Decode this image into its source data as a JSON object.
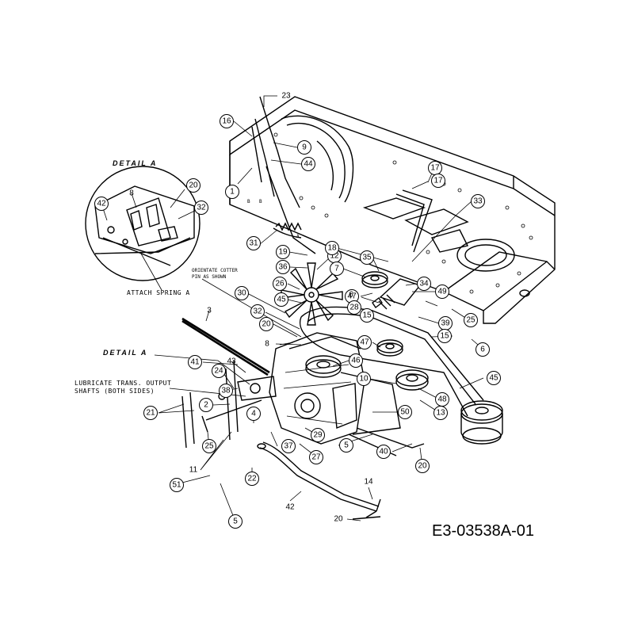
{
  "drawing_code": "E3-03538A-01",
  "detail_titles": {
    "inset": "DETAIL A",
    "main": "DETAIL A"
  },
  "notes": {
    "attach_spring": "ATTACH SPRING A",
    "orientate_line1": "ORIENTATE COTTER",
    "orientate_line2": "PIN AS SHOWN",
    "lubricate_line1": "LUBRICATE TRANS. OUTPUT",
    "lubricate_line2": "SHAFTS (BOTH SIDES)"
  },
  "letter_marks": {
    "mark_b1": "B",
    "mark_b2": "B",
    "mark_a": "A"
  },
  "callouts": [
    {
      "id": "c23",
      "text": "23"
    },
    {
      "id": "c16",
      "text": "16"
    },
    {
      "id": "c9",
      "text": "9"
    },
    {
      "id": "c44",
      "text": "44"
    },
    {
      "id": "c1",
      "text": "1"
    },
    {
      "id": "c17a",
      "text": "17"
    },
    {
      "id": "c17b",
      "text": "17"
    },
    {
      "id": "c33",
      "text": "33"
    },
    {
      "id": "c31",
      "text": "31"
    },
    {
      "id": "c19",
      "text": "19"
    },
    {
      "id": "c36",
      "text": "36"
    },
    {
      "id": "c12",
      "text": "12"
    },
    {
      "id": "c18",
      "text": "18"
    },
    {
      "id": "c35",
      "text": "35"
    },
    {
      "id": "c7",
      "text": "7"
    },
    {
      "id": "c34",
      "text": "34"
    },
    {
      "id": "c26",
      "text": "26"
    },
    {
      "id": "c49",
      "text": "49"
    },
    {
      "id": "c47a",
      "text": "47"
    },
    {
      "id": "c6a",
      "text": "6"
    },
    {
      "id": "c45a",
      "text": "45"
    },
    {
      "id": "c28",
      "text": "28"
    },
    {
      "id": "c30",
      "text": "30"
    },
    {
      "id": "c25a",
      "text": "25"
    },
    {
      "id": "c15a",
      "text": "15"
    },
    {
      "id": "c39",
      "text": "39"
    },
    {
      "id": "c32a",
      "text": "32"
    },
    {
      "id": "c15b",
      "text": "15"
    },
    {
      "id": "c3",
      "text": "3"
    },
    {
      "id": "c20a",
      "text": "20"
    },
    {
      "id": "c47b",
      "text": "47"
    },
    {
      "id": "c6b",
      "text": "6"
    },
    {
      "id": "c8a",
      "text": "8"
    },
    {
      "id": "c46",
      "text": "46"
    },
    {
      "id": "c41",
      "text": "41"
    },
    {
      "id": "c43",
      "text": "43"
    },
    {
      "id": "c24",
      "text": "24"
    },
    {
      "id": "c45b",
      "text": "45"
    },
    {
      "id": "c10",
      "text": "10"
    },
    {
      "id": "c48",
      "text": "48"
    },
    {
      "id": "c38",
      "text": "38"
    },
    {
      "id": "c13",
      "text": "13"
    },
    {
      "id": "c50",
      "text": "50"
    },
    {
      "id": "c21",
      "text": "21"
    },
    {
      "id": "c2",
      "text": "2"
    },
    {
      "id": "c4",
      "text": "4"
    },
    {
      "id": "c29",
      "text": "29"
    },
    {
      "id": "c5a",
      "text": "5"
    },
    {
      "id": "c25b",
      "text": "25"
    },
    {
      "id": "c37",
      "text": "37"
    },
    {
      "id": "c27",
      "text": "27"
    },
    {
      "id": "c40",
      "text": "40"
    },
    {
      "id": "c20b",
      "text": "20"
    },
    {
      "id": "c11",
      "text": "11"
    },
    {
      "id": "c51",
      "text": "51"
    },
    {
      "id": "c22",
      "text": "22"
    },
    {
      "id": "c14",
      "text": "14"
    },
    {
      "id": "c42",
      "text": "42"
    },
    {
      "id": "c5b",
      "text": "5"
    },
    {
      "id": "c20c",
      "text": "20"
    },
    {
      "id": "c8b",
      "text": "8"
    },
    {
      "id": "c20d",
      "text": "20"
    },
    {
      "id": "c42i",
      "text": "42"
    },
    {
      "id": "c32i",
      "text": "32"
    }
  ]
}
